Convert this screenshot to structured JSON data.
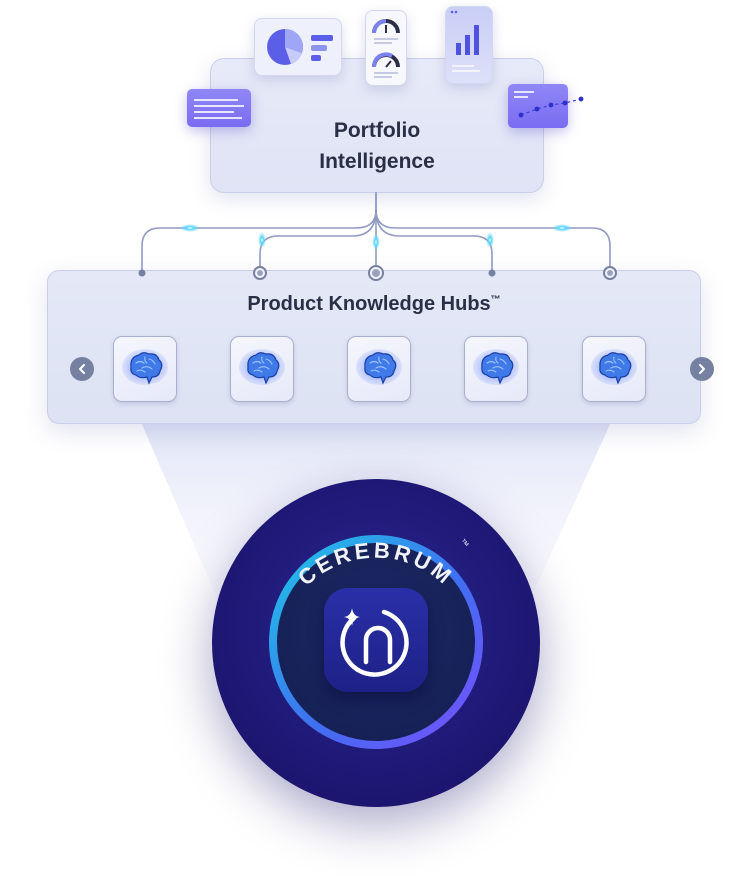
{
  "portfolio": {
    "title": "Portfolio\nIntelligence"
  },
  "hubs": {
    "title": "Product Knowledge Hubs",
    "trademark": "™",
    "prev_icon": "chevron-left-icon",
    "next_icon": "chevron-right-icon",
    "tile_icon": "brain-icon",
    "tiles": [
      {
        "icon": "brain-icon"
      },
      {
        "icon": "brain-icon"
      },
      {
        "icon": "brain-icon"
      },
      {
        "icon": "brain-icon"
      },
      {
        "icon": "brain-icon"
      }
    ]
  },
  "cerebrum": {
    "label": "CEREBRUM",
    "trademark": "™",
    "logo_icon": "n-sparkle-logo-icon"
  },
  "colors": {
    "panel": "#e4e8f7",
    "accent_purple": "#7a6cf2",
    "badge_navy": "#1f1a78",
    "ring_cyan": "#1ec8e6",
    "ring_violet": "#7b4dff",
    "connector": "#8f9bc4",
    "glow": "#5ad6ff"
  }
}
